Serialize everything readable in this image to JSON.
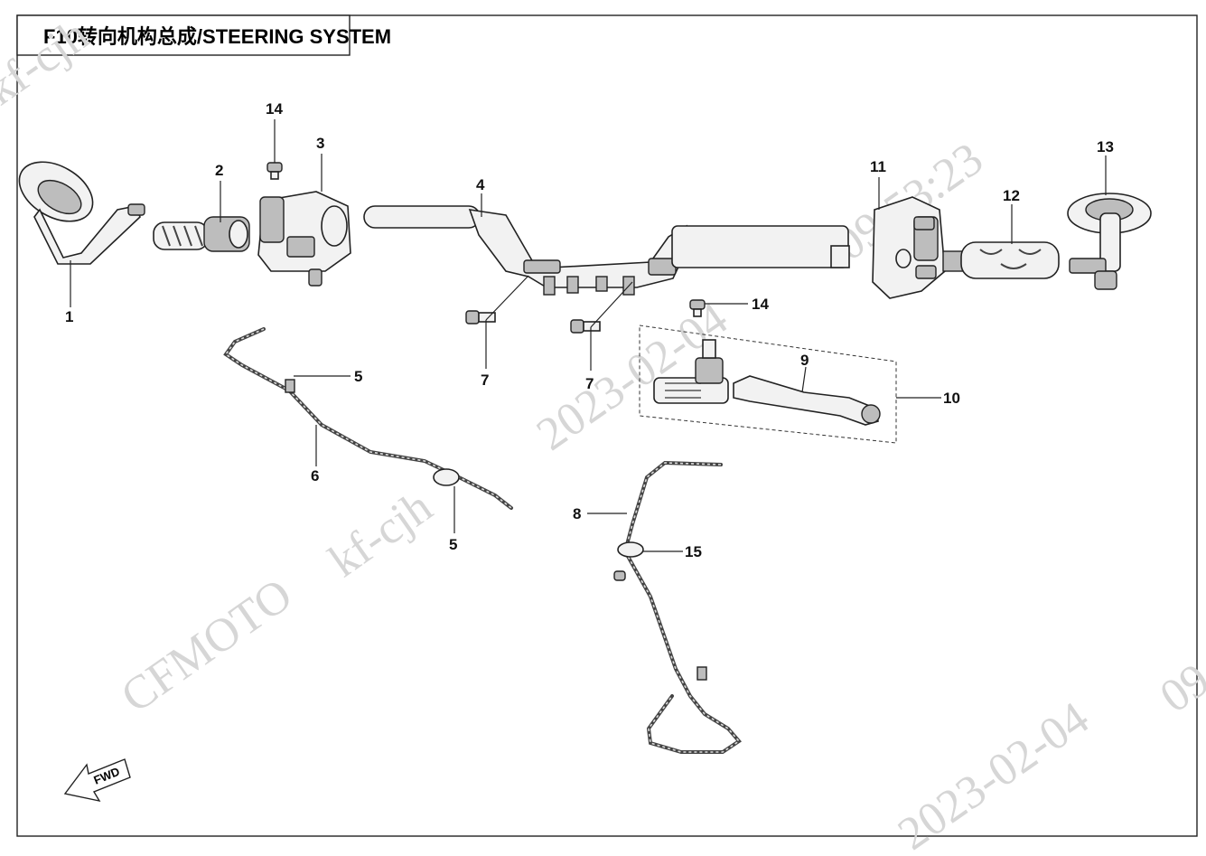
{
  "title": "F10转向机构总成/STEERING SYSTEM",
  "watermarks": [
    "kf-cjh",
    "kf-cjh",
    "CFMOTO",
    "2023-02-04",
    "2023-02-04",
    "09:53:23",
    "09"
  ],
  "fwd_label": "FWD",
  "callouts": [
    "1",
    "2",
    "3",
    "4",
    "5",
    "5",
    "6",
    "7",
    "7",
    "8",
    "9",
    "10",
    "11",
    "12",
    "13",
    "14",
    "14",
    "15"
  ]
}
